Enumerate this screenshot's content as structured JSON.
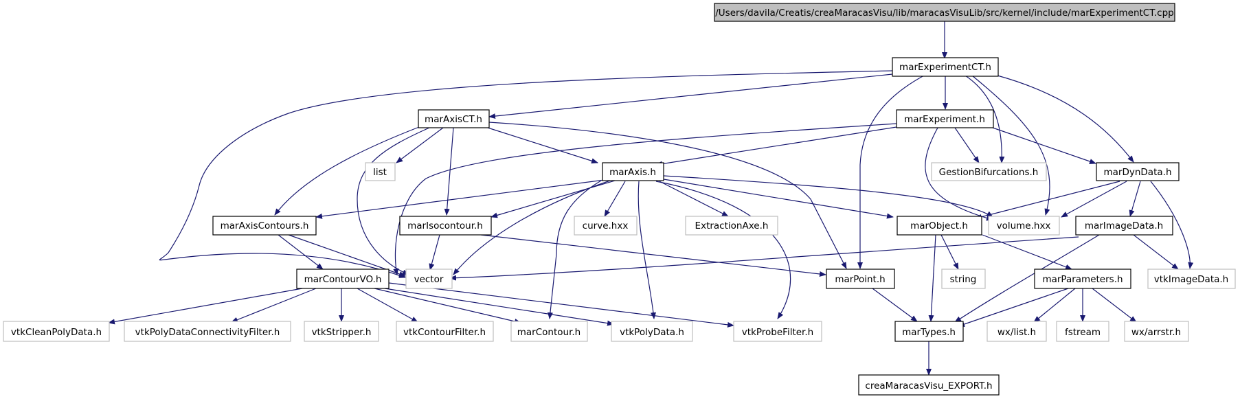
{
  "colors": {
    "edge": "#191970",
    "node_border": "#000000",
    "external_border": "#bfbfbf",
    "root_fill": "#bfbfbf"
  },
  "nodes": {
    "root": "/Users/davila/Creatis/creaMaracasVisu/lib/maracasVisuLib/src/kernel/include/marExperimentCT.cpp",
    "marExperimentCT": "marExperimentCT.h",
    "marAxisCT": "marAxisCT.h",
    "marExperiment": "marExperiment.h",
    "list": "list",
    "marAxis": "marAxis.h",
    "GestionBifurcations": "GestionBifurcations.h",
    "marDynData": "marDynData.h",
    "marAxisContours": "marAxisContours.h",
    "marIsocontour": "marIsocontour.h",
    "curve": "curve.hxx",
    "ExtractionAxe": "ExtractionAxe.h",
    "marObject": "marObject.h",
    "volume": "volume.hxx",
    "marImageData": "marImageData.h",
    "marContourVO": "marContourVO.h",
    "vector": "vector",
    "marPoint": "marPoint.h",
    "string": "string",
    "marParameters": "marParameters.h",
    "vtkImageData": "vtkImageData.h",
    "vtkCleanPolyData": "vtkCleanPolyData.h",
    "vtkPolyDataConnectivityFilter": "vtkPolyDataConnectivityFilter.h",
    "vtkStripper": "vtkStripper.h",
    "vtkContourFilter": "vtkContourFilter.h",
    "marContour": "marContour.h",
    "vtkPolyData": "vtkPolyData.h",
    "vtkProbeFilter": "vtkProbeFilter.h",
    "marTypes": "marTypes.h",
    "wxlist": "wx/list.h",
    "fstream": "fstream",
    "wxarrstr": "wx/arrstr.h",
    "creaExport": "creaMaracasVisu_EXPORT.h"
  }
}
